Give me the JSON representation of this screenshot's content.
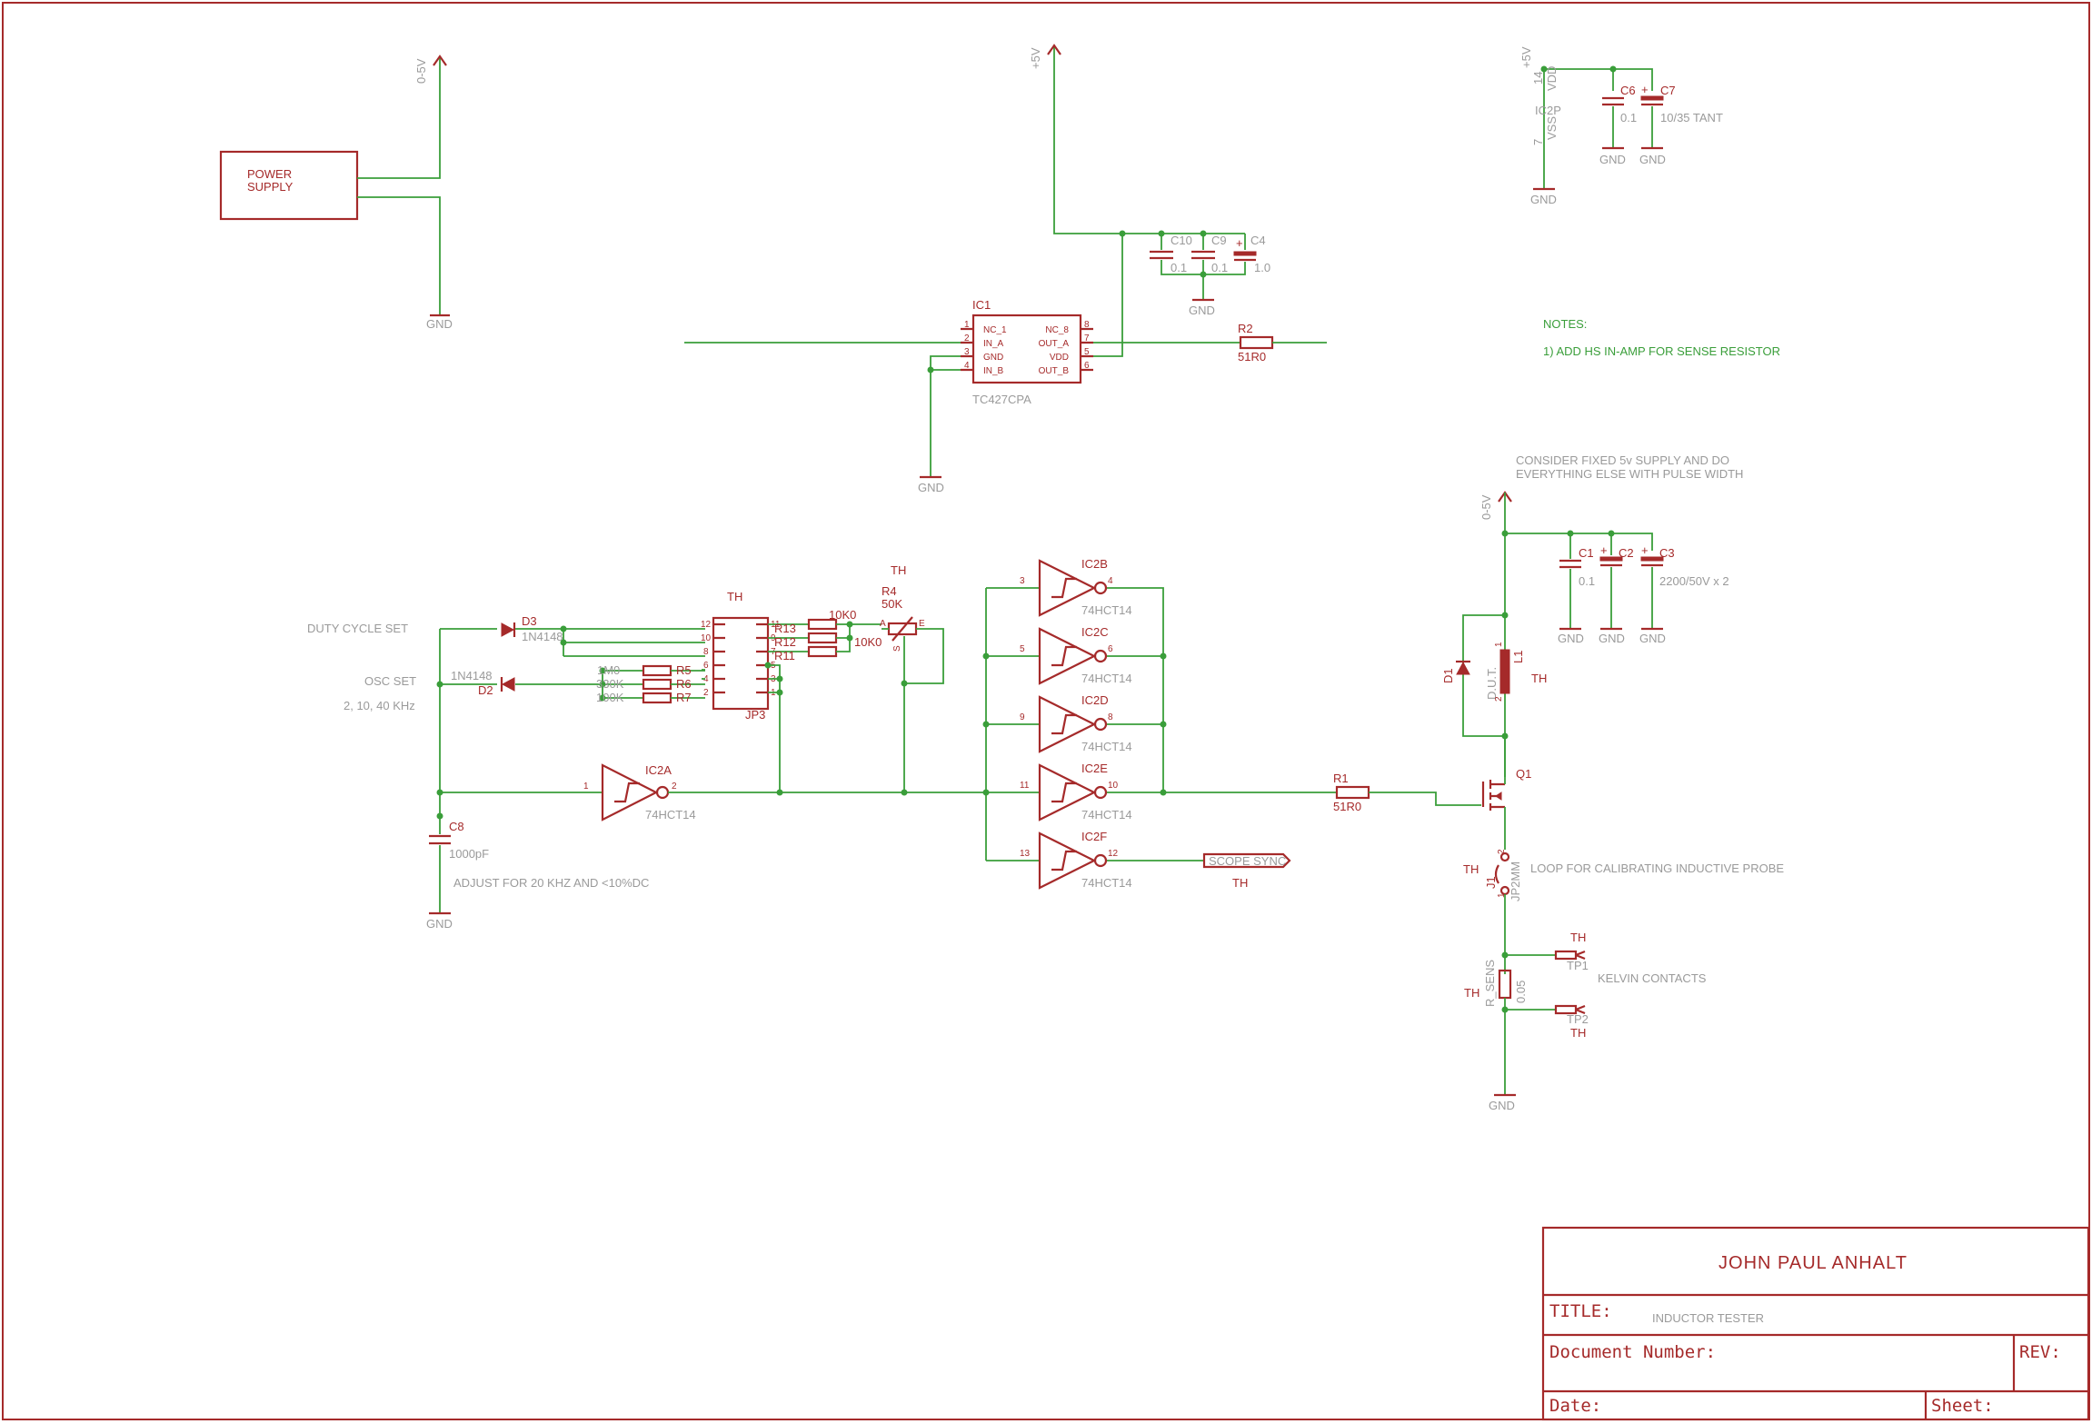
{
  "title_block": {
    "author": "JOHN  PAUL  ANHALT",
    "title_label": "TITLE:",
    "title_value": "INDUCTOR TESTER",
    "doc_number_label": "Document Number:",
    "rev_label": "REV:",
    "date_label": "Date:",
    "sheet_label": "Sheet:"
  },
  "notes": {
    "heading": "NOTES:",
    "note1": "1)  ADD HS IN-AMP FOR SENSE RESISTOR",
    "consider_line1": "CONSIDER FIXED 5v SUPPLY AND DO",
    "consider_line2": "EVERYTHING ELSE WITH PULSE WIDTH"
  },
  "power_supply": {
    "line1": "POWER",
    "line2": "SUPPLY",
    "rail": "0-5V",
    "gnd": "GND"
  },
  "driver": {
    "ref": "IC1",
    "part": "TC427CPA",
    "rail": "+5V",
    "pins_left": [
      "NC_1",
      "IN_A",
      "GND",
      "IN_B"
    ],
    "pins_right": [
      "NC_8",
      "OUT_A",
      "VDD",
      "OUT_B"
    ],
    "pin_nums_left": [
      "1",
      "2",
      "3",
      "4"
    ],
    "pin_nums_right": [
      "8",
      "7",
      "5",
      "6"
    ],
    "gnd": "GND",
    "cap_gnd": "GND",
    "c10": "C10",
    "c10_val": "0.1",
    "c9": "C9",
    "c9_val": "0.1",
    "c4": "C4",
    "c4_val": "1.0",
    "r2": "R2",
    "r2_val": "51R0"
  },
  "ic2p": {
    "rail": "+5V",
    "ref": "IC2P",
    "vdd": "VDD",
    "vss": "VSS",
    "pin14": "14",
    "pin7": "7",
    "c6": "C6",
    "c6_val": "0.1",
    "c7": "C7",
    "c7_val": "10/35 TANT",
    "gnd1": "GND",
    "gnd2": "GND",
    "gnd3": "GND"
  },
  "oscillator": {
    "duty_label": "DUTY CYCLE SET",
    "osc_label": "OSC SET",
    "freq_label": "2, 10, 40 KHz",
    "d3": "D3",
    "d3_val": "1N4148",
    "d2": "D2",
    "d2_val": "1N4148",
    "r5": "R5",
    "r5_val": "1M0",
    "r6": "R6",
    "r6_val": "330K",
    "r7": "R7",
    "r7_val": "100K",
    "jp3": "JP3",
    "jp3_th": "TH",
    "jp3_left_pins": [
      "12",
      "10",
      "8",
      "6",
      "4",
      "2"
    ],
    "jp3_right_pins": [
      "11",
      "9",
      "7",
      "5",
      "3",
      "1"
    ],
    "r13": "R13",
    "r12": "R12",
    "r11": "R11",
    "r13_val": "10K0",
    "r12_val": "10K0",
    "r4": "R4",
    "r4_val": "50K",
    "r4_th": "TH",
    "pot_a": "A",
    "pot_e": "E",
    "pot_s": "S",
    "c8": "C8",
    "c8_val": "1000pF",
    "adjust": "ADJUST FOR 20 KHZ AND <10%DC",
    "gnd": "GND",
    "ic2a": "IC2A",
    "ic2a_part": "74HCT14",
    "ic2a_in": "1",
    "ic2a_out": "2"
  },
  "inverters": [
    {
      "ref": "IC2B",
      "part": "74HCT14",
      "pin_in": "3",
      "pin_out": "4"
    },
    {
      "ref": "IC2C",
      "part": "74HCT14",
      "pin_in": "5",
      "pin_out": "6"
    },
    {
      "ref": "IC2D",
      "part": "74HCT14",
      "pin_in": "9",
      "pin_out": "8"
    },
    {
      "ref": "IC2E",
      "part": "74HCT14",
      "pin_in": "11",
      "pin_out": "10"
    },
    {
      "ref": "IC2F",
      "part": "74HCT14",
      "pin_in": "13",
      "pin_out": "12"
    }
  ],
  "scope": {
    "label": "SCOPE SYNC",
    "th": "TH"
  },
  "output_stage": {
    "rail": "0-5V",
    "c1": "C1",
    "c1_val": "0.1",
    "c2": "C2",
    "c3": "C3",
    "c3_val": "2200/50V  x 2",
    "gnd_c1": "GND",
    "gnd_c2": "GND",
    "gnd_c3": "GND",
    "d1": "D1",
    "dut": "D.U.T.",
    "l1": "L1",
    "l1_th": "TH",
    "l1_pin1": "1",
    "l1_pin2": "2",
    "r1": "R1",
    "r1_val": "51R0",
    "q1": "Q1",
    "j1": "J1",
    "j1_val": "JP2MM",
    "j1_th": "TH",
    "j1_pin1": "1",
    "j1_pin2": "2",
    "loop_label": "LOOP FOR CALIBRATING INDUCTIVE PROBE",
    "tp1": "TP1",
    "tp1_th": "TH",
    "tp2": "TP2",
    "tp2_th": "TH",
    "kelvin": "KELVIN CONTACTS",
    "rsense": "R_SENS",
    "rsense_val": "0.05",
    "rsense_th": "TH",
    "gnd": "GND"
  }
}
